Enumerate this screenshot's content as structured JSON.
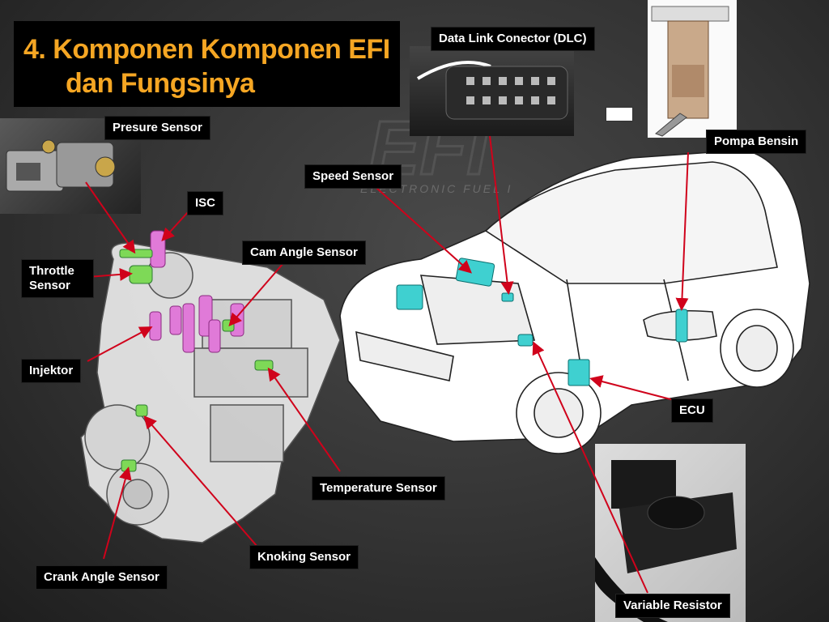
{
  "title": {
    "line1": "4.  Komponen Komponen EFI",
    "line2": "dan Fungsinya"
  },
  "background_text": "ELECTRONIC FUEL I",
  "labels": {
    "dlc": "Data Link Conector (DLC)",
    "presure_sensor": "Presure Sensor",
    "isc": "ISC",
    "speed_sensor": "Speed Sensor",
    "pompa_bensin": "Pompa Bensin",
    "cam_angle_sensor": "Cam Angle Sensor",
    "throttle_sensor": "Throttle Sensor",
    "injektor": "Injektor",
    "ecu": "ECU",
    "temperature_sensor": "Temperature Sensor",
    "knoking_sensor": "Knoking Sensor",
    "crank_angle_sensor": "Crank Angle Sensor",
    "variable_resistor": "Variable Resistor"
  },
  "colors": {
    "title": "#f5a623",
    "arrow": "#d0021b",
    "label_bg": "#000000",
    "label_text": "#ffffff",
    "component_green": "#7ed957",
    "component_pink": "#e07ad8",
    "component_cyan": "#3fd0d0"
  }
}
